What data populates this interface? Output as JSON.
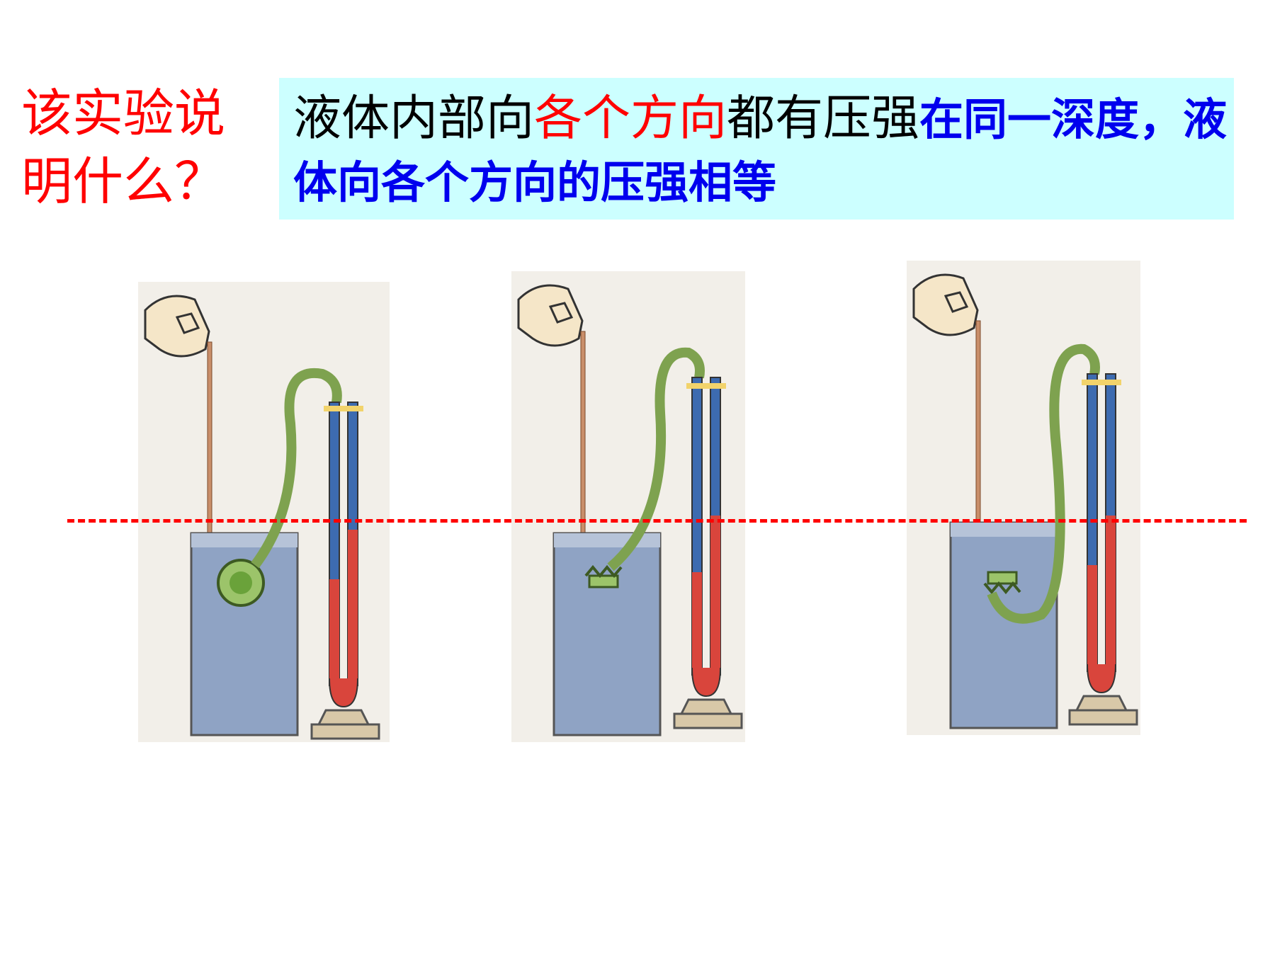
{
  "question": {
    "line1": "该实验说",
    "line2": "明什么？"
  },
  "answer": {
    "part1": "液体内部向",
    "part2_highlight": "各个方向",
    "part3": "都有压强",
    "part4_blue": "在同一深度，液体向各个方向的压强相等"
  },
  "colors": {
    "question": "#ff0000",
    "highlight": "#ff0000",
    "conclusion": "#0000ee",
    "answer_bg": "#ccffff",
    "reference_line": "#ff0000",
    "water": "#7d93b7",
    "manometer_liquid": "#d9453c",
    "manometer_empty": "#3d6bb0",
    "hose": "#8fb35c"
  },
  "panels": [
    {
      "probe_orientation": "side-facing"
    },
    {
      "probe_orientation": "up-facing"
    },
    {
      "probe_orientation": "down-facing"
    }
  ]
}
